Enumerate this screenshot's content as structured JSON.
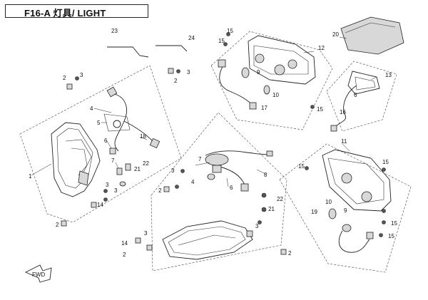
{
  "title": "F16-A 灯具/ LIGHT",
  "fwd_label": "FWD",
  "callouts": [
    "1",
    "2",
    "3",
    "4",
    "5",
    "6",
    "7",
    "8",
    "9",
    "10",
    "11",
    "12",
    "13",
    "14",
    "15",
    "16",
    "17",
    "18",
    "19",
    "20",
    "21",
    "22",
    "23",
    "24"
  ]
}
